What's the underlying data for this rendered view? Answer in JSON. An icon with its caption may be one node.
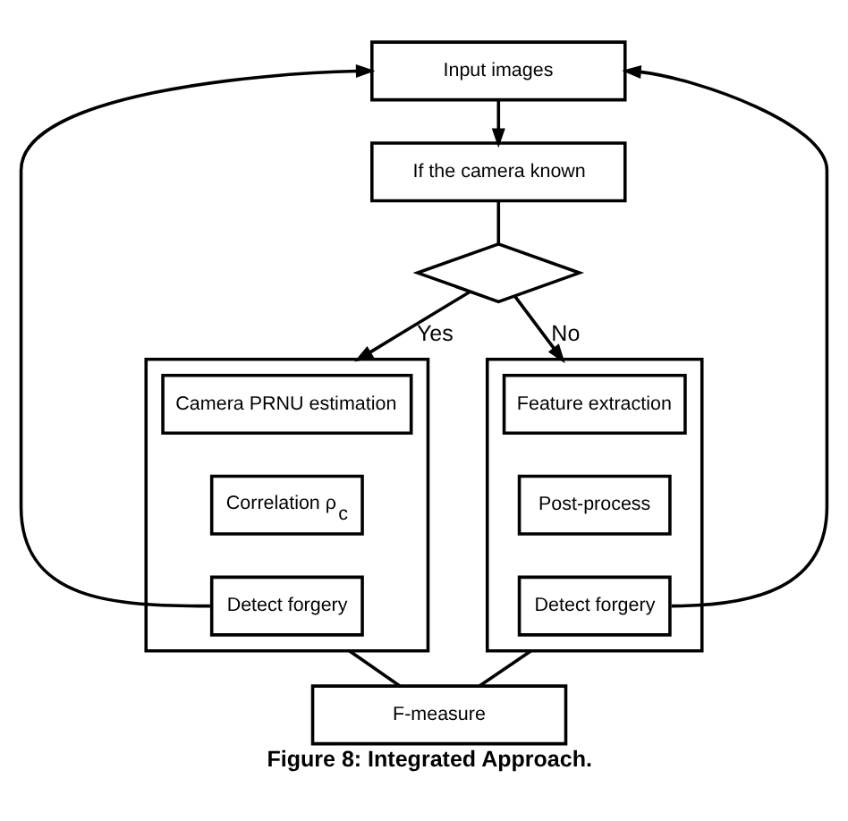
{
  "diagram": {
    "caption": "Figure 8: Integrated Approach.",
    "nodes": [
      {
        "text": [
          "Input images"
        ]
      },
      {
        "text": [
          "If the camera known"
        ]
      },
      {
        "text": [],
        "shape": "diamond"
      },
      {
        "text": [],
        "shape": "box"
      },
      {
        "text": [
          "Camera PRNU estimation"
        ],
        "in": 3
      },
      {
        "text": [
          "Correlation ρ$_{c}$"
        ],
        "in": 3
      },
      {
        "text": [
          "Detect forgery"
        ],
        "in": 3
      },
      {
        "text": [],
        "shape": "box"
      },
      {
        "text": [
          "Feature extraction"
        ],
        "in": 7
      },
      {
        "text": [
          "Post-process"
        ],
        "in": 7
      },
      {
        "text": [
          "Detect forgery"
        ],
        "in": 7
      },
      {
        "text": [
          "F-measure"
        ]
      }
    ],
    "edges": [
      {
        "from": 0,
        "to": 1,
        "arrow": "to"
      },
      {
        "from": 1,
        "to": 2,
        "arrow": "none"
      },
      {
        "from": 2,
        "to": 3,
        "arrow": "to",
        "label": "Yes"
      },
      {
        "from": 2,
        "to": 7,
        "arrow": "to",
        "label": "No"
      },
      {
        "from": 6,
        "to": 0,
        "arrow": "to"
      },
      {
        "from": 10,
        "to": 0,
        "arrow": "to"
      },
      {
        "from": 3,
        "to": 11,
        "arrow": "none"
      },
      {
        "from": 7,
        "to": 11,
        "arrow": "none"
      }
    ]
  }
}
